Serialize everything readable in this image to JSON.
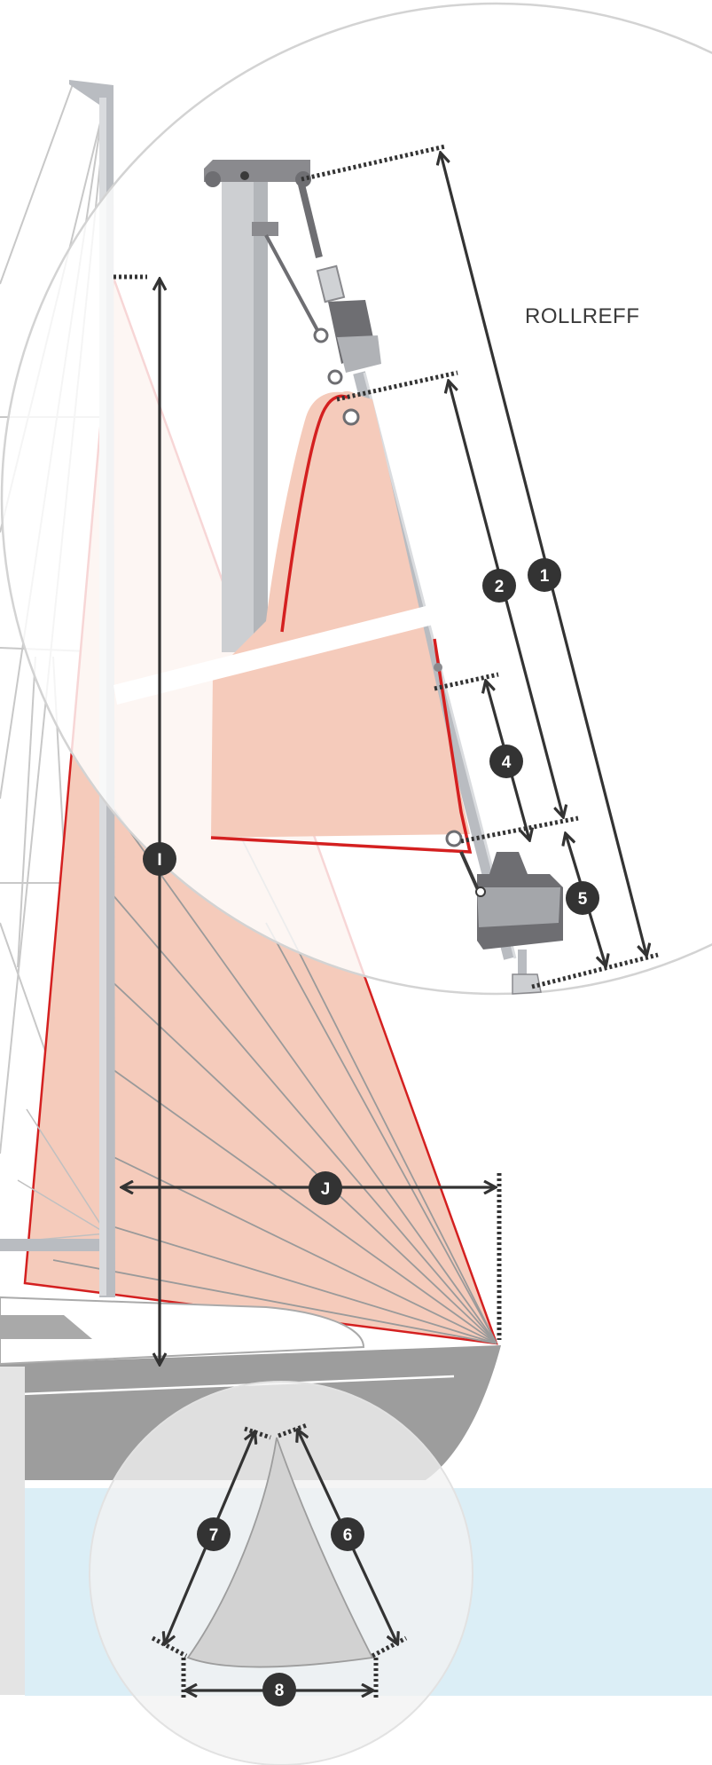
{
  "title": "ROLLREFF",
  "colors": {
    "sail_fill": "#f5cbbb",
    "sail_edge": "#d42020",
    "arrow": "#333333",
    "badge": "#333333",
    "mast": "#b9bcc1",
    "hull": "#9d9d9d",
    "water": "#dbeef6",
    "circle_stroke": "#d0d0d0"
  },
  "measurements": [
    {
      "id": "m1",
      "label": "1"
    },
    {
      "id": "m2",
      "label": "2"
    },
    {
      "id": "m4",
      "label": "4"
    },
    {
      "id": "m5",
      "label": "5"
    },
    {
      "id": "m6",
      "label": "6"
    },
    {
      "id": "m7",
      "label": "7"
    },
    {
      "id": "m8",
      "label": "8"
    },
    {
      "id": "mI",
      "label": "I"
    },
    {
      "id": "mJ",
      "label": "J"
    }
  ]
}
